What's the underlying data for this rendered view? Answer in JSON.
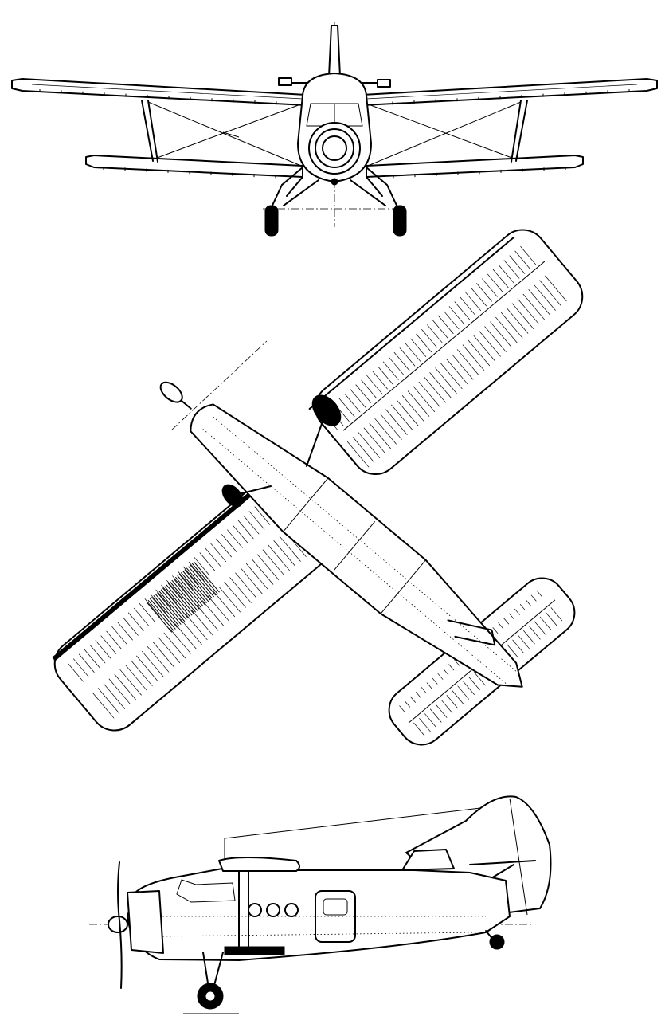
{
  "views": [
    {
      "id": "front",
      "kind": "front-elevation"
    },
    {
      "id": "top",
      "kind": "plan-view"
    },
    {
      "id": "side",
      "kind": "side-elevation"
    }
  ],
  "colors": {
    "ink": "#000000",
    "paper": "#ffffff"
  }
}
